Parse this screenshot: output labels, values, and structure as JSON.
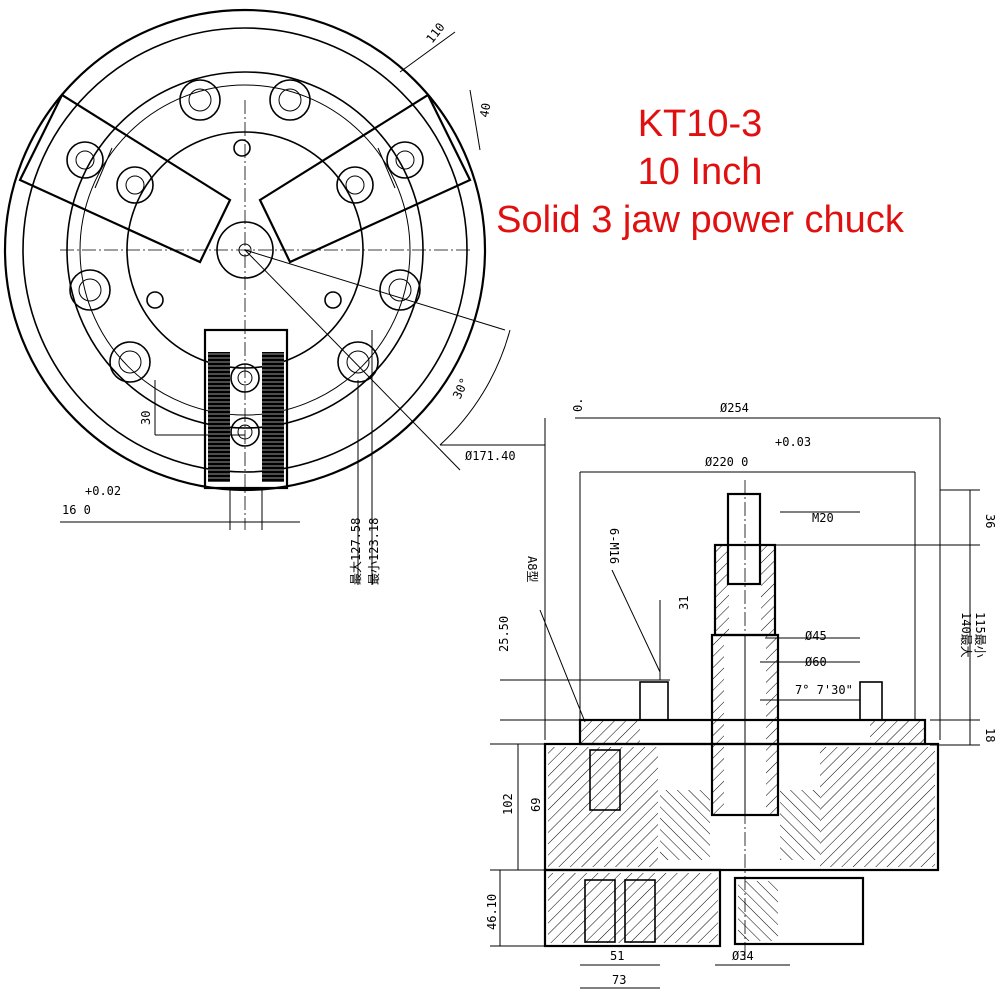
{
  "title": {
    "model": "KT10-3",
    "size": "10 Inch",
    "description": "Solid 3 jaw power chuck"
  },
  "front_view": {
    "dim_jaw_width": "110",
    "dim_jaw_offset": "40",
    "dim_angle": "30°",
    "dim_bolt_circle": "Ø171.40",
    "dim_slot_depth": "30",
    "dim_slot_width_tol": "+0.02",
    "dim_slot_width": "16   0",
    "dim_max": "最大127.58",
    "dim_min": "最小123.18"
  },
  "side_view": {
    "dim_zero": "0.",
    "dim_outer_dia": "Ø254",
    "dim_pilot_tol": "+0.03",
    "dim_pilot_dia": "Ø220  0",
    "dim_thread": "M20",
    "dim_bolts": "6-M16",
    "dim_depth": "31",
    "dim_a8": "A8型",
    "dim_25": "25.50",
    "dim_bore45": "Ø45",
    "dim_bore60": "Ø60",
    "dim_taper": "7° 7'30\"",
    "dim_36": "36",
    "dim_115": "115最小",
    "dim_140": "140最大",
    "dim_18": "18",
    "dim_102": "102",
    "dim_69": "69",
    "dim_46": "46.10",
    "dim_51": "51",
    "dim_73": "73",
    "dim_34": "Ø34"
  }
}
